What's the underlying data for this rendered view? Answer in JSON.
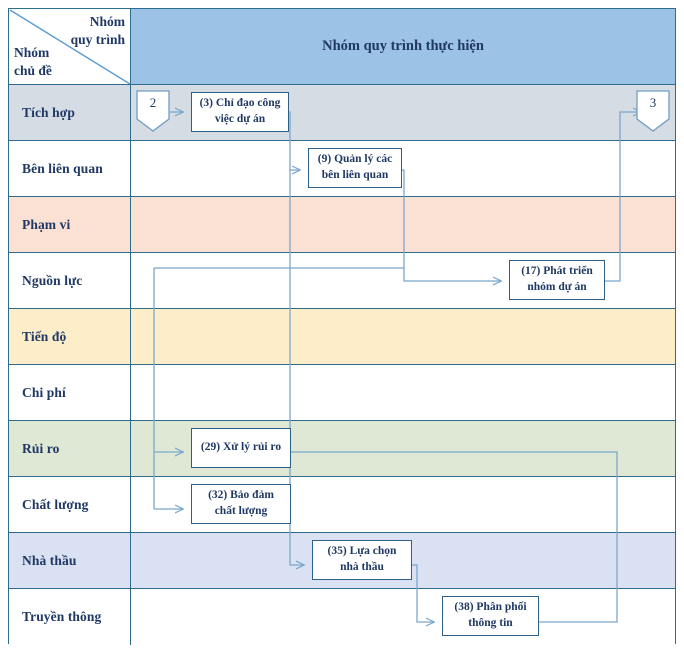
{
  "header": {
    "col_axis_label_line1": "Nhóm",
    "col_axis_label_line2": "quy trình",
    "row_axis_label_line1": "Nhóm",
    "row_axis_label_line2": "chủ đề",
    "main_title": "Nhóm quy trình thực hiện"
  },
  "colors": {
    "header_band": "#9cc2e5",
    "grid_line": "#2e6c8e",
    "box_border": "#2e5f86",
    "connector": "#7ba7cc",
    "text": "#1f3864",
    "row_integration": "#d6dce4",
    "row_stakeholder": "#ffffff",
    "row_scope": "#fbe0d4",
    "row_resource": "#ffffff",
    "row_schedule": "#fdeec9",
    "row_cost": "#ffffff",
    "row_risk": "#dfe8d4",
    "row_quality": "#ffffff",
    "row_procurement": "#d9e1f2",
    "row_communication": "#ffffff"
  },
  "rows": [
    {
      "id": "integration",
      "label": "Tích hợp",
      "bg": "#d6dce4"
    },
    {
      "id": "stakeholder",
      "label": "Bên liên quan",
      "bg": "#ffffff"
    },
    {
      "id": "scope",
      "label": "Phạm vi",
      "bg": "#fbe0d4"
    },
    {
      "id": "resource",
      "label": "Nguồn lực",
      "bg": "#ffffff"
    },
    {
      "id": "schedule",
      "label": "Tiến độ",
      "bg": "#fdeec9"
    },
    {
      "id": "cost",
      "label": "Chi phí",
      "bg": "#ffffff"
    },
    {
      "id": "risk",
      "label": "Rủi ro",
      "bg": "#dfe8d4"
    },
    {
      "id": "quality",
      "label": "Chất lượng",
      "bg": "#ffffff"
    },
    {
      "id": "procurement",
      "label": "Nhà thầu",
      "bg": "#d9e1f2"
    },
    {
      "id": "communication",
      "label": "Truyền thông",
      "bg": "#ffffff"
    }
  ],
  "connectors_in": [
    {
      "id": "in-2",
      "number": "2",
      "row": "integration",
      "side": "left"
    }
  ],
  "connectors_out": [
    {
      "id": "out-3",
      "number": "3",
      "row": "integration",
      "side": "right"
    }
  ],
  "processes": [
    {
      "id": "p3",
      "number": "(3)",
      "line1": "(3) Chỉ đạo công",
      "line2": "việc dự án",
      "row": "integration"
    },
    {
      "id": "p9",
      "number": "(9)",
      "line1": "(9) Quản lý các",
      "line2": "bên liên quan",
      "row": "stakeholder"
    },
    {
      "id": "p17",
      "number": "(17)",
      "line1": "(17) Phát triển",
      "line2": "nhóm dự án",
      "row": "resource"
    },
    {
      "id": "p29",
      "number": "(29)",
      "line1": "(29) Xử lý rủi ro",
      "line2": "",
      "row": "risk"
    },
    {
      "id": "p32",
      "number": "(32)",
      "line1": "(32) Bảo đảm",
      "line2": "chất lượng",
      "row": "quality"
    },
    {
      "id": "p35",
      "number": "(35)",
      "line1": "(35) Lựa chọn",
      "line2": "nhà thầu",
      "row": "procurement"
    },
    {
      "id": "p38",
      "number": "(38)",
      "line1": "(38) Phân phối",
      "line2": "thông tin",
      "row": "communication"
    }
  ]
}
